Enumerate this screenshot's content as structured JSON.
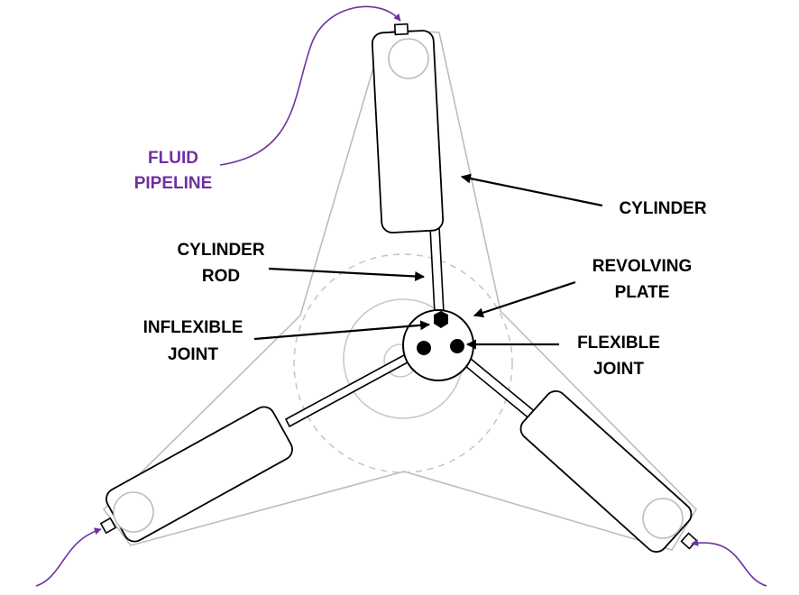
{
  "labels": {
    "fluid_line1": "FLUID",
    "fluid_line2": "PIPELINE",
    "cylinder": "CYLINDER",
    "cylinder_rod_line1": "CYLINDER",
    "cylinder_rod_line2": "ROD",
    "revolving_plate_line1": "REVOLVING",
    "revolving_plate_line2": "PLATE",
    "inflexible_joint_line1": "INFLEXIBLE",
    "inflexible_joint_line2": "JOINT",
    "flexible_joint_line1": "FLEXIBLE",
    "flexible_joint_line2": "JOINT"
  },
  "colors": {
    "label": "#000000",
    "fluid_pipeline": "#7030a0",
    "frame_outline": "#bdbdbd"
  }
}
